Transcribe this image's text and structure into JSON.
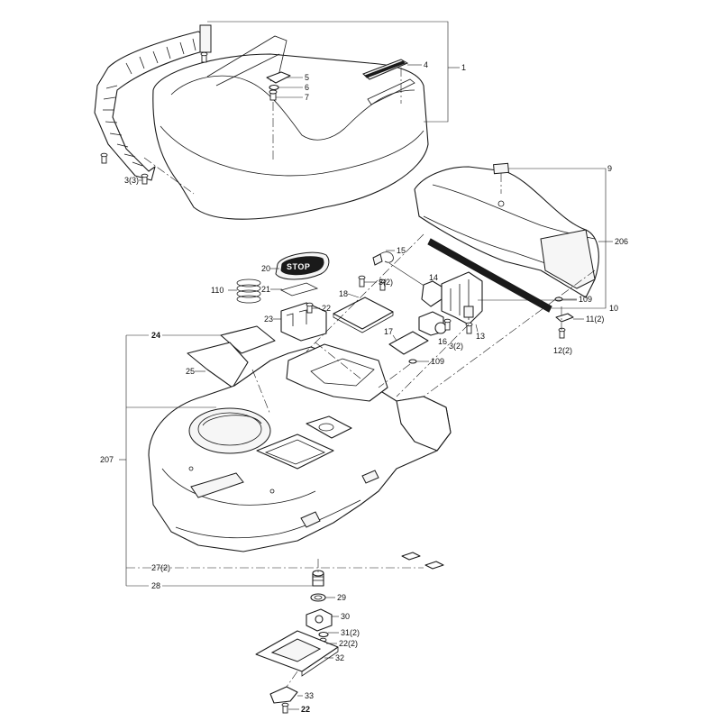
{
  "diagram": {
    "callouts": {
      "c1": "1",
      "c3_3": "3(3)",
      "c4": "4",
      "c5": "5",
      "c6": "6",
      "c7": "7",
      "c9": "9",
      "c206": "206",
      "c15": "15",
      "c14": "14",
      "c3_2a": "3(2)",
      "c18": "18",
      "c20": "20",
      "c21": "21",
      "c22a": "22",
      "c110": "110",
      "c23": "23",
      "c109a": "109",
      "c10": "10",
      "c11_2": "11(2)",
      "c12_2": "12(2)",
      "c16": "16",
      "c3_2b": "3(2)",
      "c13": "13",
      "c17": "17",
      "c109b": "109",
      "c24": "24",
      "c25": "25",
      "c207": "207",
      "c27_2": "27(2)",
      "c28": "28",
      "c29": "29",
      "c30": "30",
      "c31_2": "31(2)",
      "c22_2": "22(2)",
      "c32": "32",
      "c33": "33",
      "c22b": "22"
    },
    "stop_badge": "STOP"
  }
}
